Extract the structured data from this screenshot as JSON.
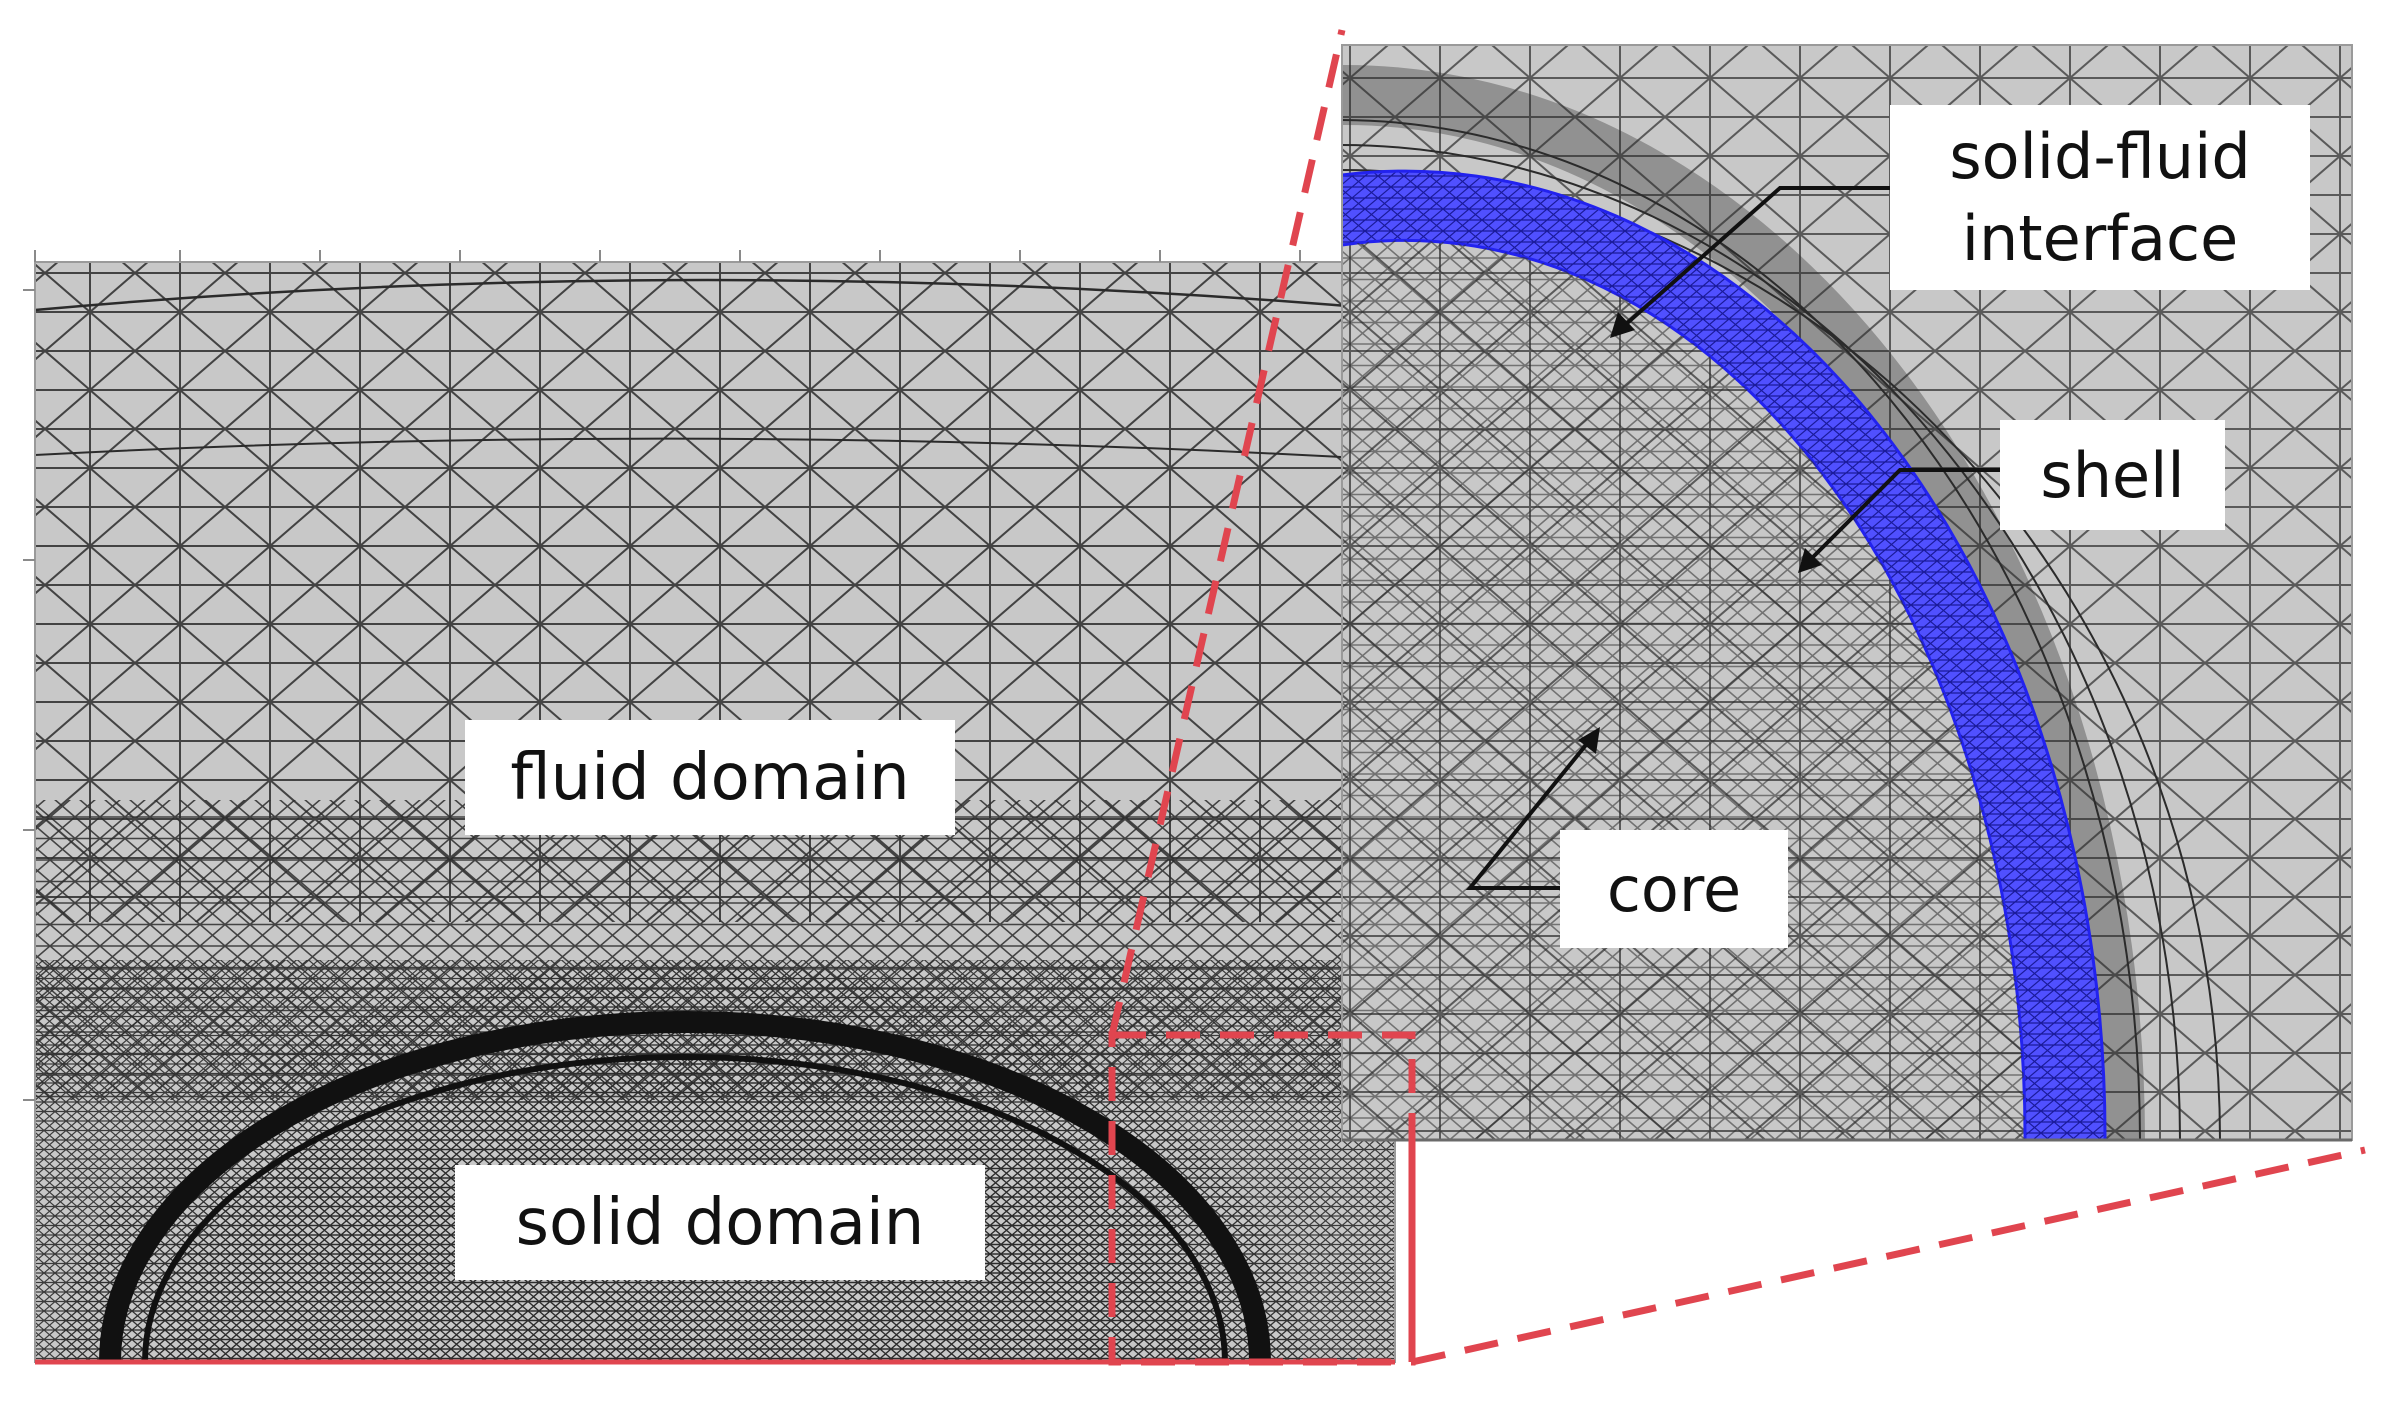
{
  "labels": {
    "fluid_domain": "fluid domain",
    "solid_domain": "solid domain",
    "interface_line1": "solid-fluid",
    "interface_line2": "interface",
    "shell": "shell",
    "core": "core"
  },
  "colors": {
    "background": "#ffffff",
    "mesh_fill": "#c8c8c8",
    "mesh_line": "#2b2b2b",
    "shell_blue": "#3a3aff",
    "zoom_dash": "#e0454f",
    "label_text": "#111111"
  }
}
